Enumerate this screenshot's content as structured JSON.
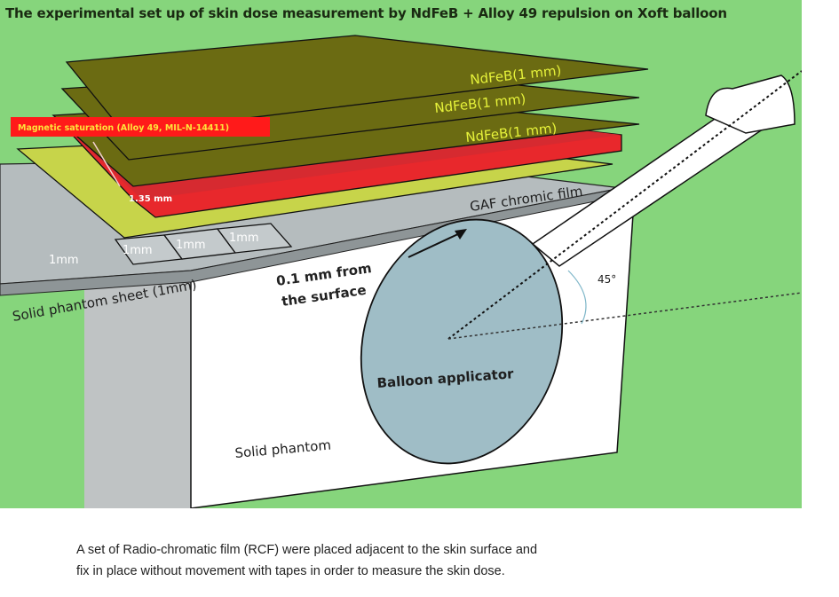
{
  "figure": {
    "title": "The experimental set up of skin dose measurement by NdFeB + Alloy 49 repulsion on Xoft balloon",
    "colors": {
      "background": "#86d57c",
      "ndfeb_plate": "#6b6b12",
      "ndfeb_label": "#e6f23a",
      "alloy_plate": "#e8282c",
      "film_plate": "#c7d44a",
      "phantom_sheet": "#b9c0c2",
      "phantom_block": "#ffffff",
      "balloon": "#9fbdc6"
    },
    "labels": {
      "ndfeb_1": "NdFeB(1 mm)",
      "ndfeb_2": "NdFeB(1 mm)",
      "ndfeb_3": "NdFeB(1 mm)",
      "alloy_callout": "Magnetic saturation (Alloy 49, MIL-N-14411)",
      "alloy_thickness": "1.35 mm",
      "gaf_film": "GAF chromic film",
      "sheet_1": "1mm",
      "sheet_2": "1mm",
      "sheet_3": "1mm",
      "sheet_4": "1mm",
      "solid_phantom_sheet": "Solid phantom sheet (1mm)",
      "distance_line1": "0.1 mm from",
      "distance_line2": "the surface",
      "angle": "45°",
      "balloon_applicator": "Balloon applicator",
      "solid_phantom": "Solid phantom"
    }
  },
  "caption": {
    "line1": "A set of Radio-chromatic film (RCF) were placed adjacent to the skin surface and",
    "line2": "fix in place without movement with tapes in order to measure the skin dose."
  }
}
